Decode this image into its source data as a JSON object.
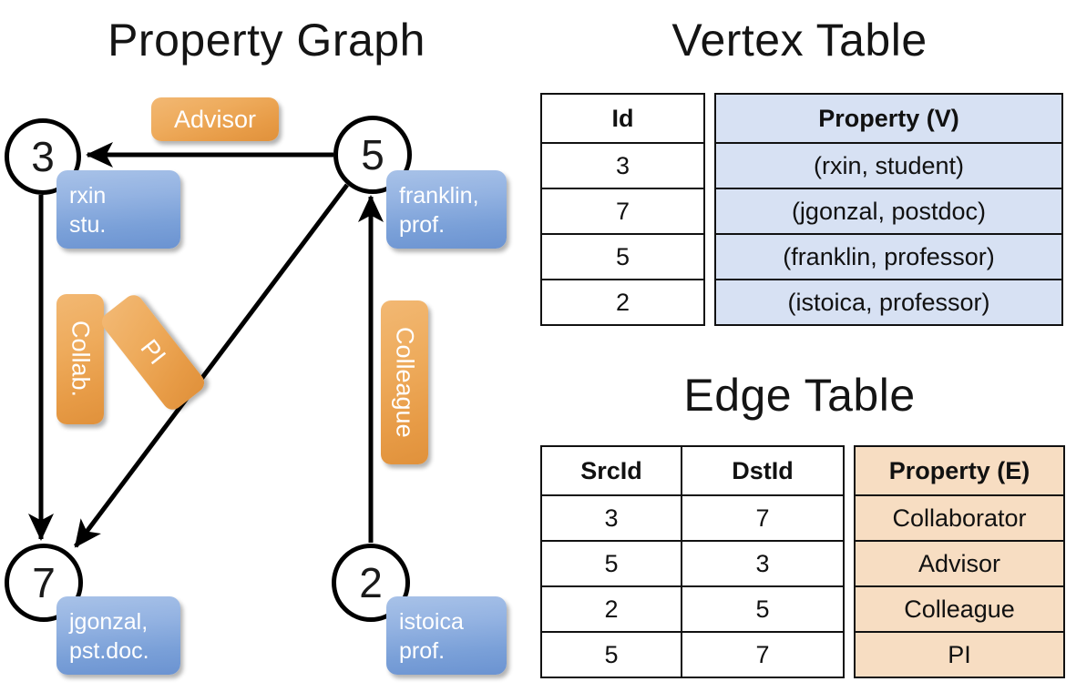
{
  "titles": {
    "property_graph": "Property Graph",
    "vertex_table": "Vertex Table",
    "edge_table": "Edge Table"
  },
  "graph": {
    "nodes": [
      {
        "id": "3",
        "property_lines": [
          "rxin",
          "stu."
        ]
      },
      {
        "id": "5",
        "property_lines": [
          "franklin,",
          "prof."
        ]
      },
      {
        "id": "7",
        "property_lines": [
          "jgonzal,",
          "pst.doc."
        ]
      },
      {
        "id": "2",
        "property_lines": [
          "istoica",
          "prof."
        ]
      }
    ],
    "edge_labels": [
      {
        "label": "Advisor",
        "from": "5",
        "to": "3"
      },
      {
        "label": "Collab.",
        "from": "3",
        "to": "7"
      },
      {
        "label": "PI",
        "from": "5",
        "to": "7"
      },
      {
        "label": "Colleague",
        "from": "2",
        "to": "5"
      }
    ]
  },
  "vertex_table": {
    "headers": [
      "Id",
      "Property (V)"
    ],
    "rows": [
      {
        "id": "3",
        "property": "(rxin, student)"
      },
      {
        "id": "7",
        "property": "(jgonzal, postdoc)"
      },
      {
        "id": "5",
        "property": "(franklin, professor)"
      },
      {
        "id": "2",
        "property": "(istoica, professor)"
      }
    ]
  },
  "edge_table": {
    "headers": [
      "SrcId",
      "DstId",
      "Property (E)"
    ],
    "rows": [
      {
        "src": "3",
        "dst": "7",
        "property": "Collaborator"
      },
      {
        "src": "5",
        "dst": "3",
        "property": "Advisor"
      },
      {
        "src": "2",
        "dst": "5",
        "property": "Colleague"
      },
      {
        "src": "5",
        "dst": "7",
        "property": "PI"
      }
    ]
  },
  "colors": {
    "vertex_property_fill": "#d7e1f3",
    "edge_property_fill": "#f7ddc2",
    "node_box_blue": "#7aa0d8",
    "edge_badge_orange": "#e79b46",
    "stroke": "#000000",
    "background": "#ffffff"
  }
}
